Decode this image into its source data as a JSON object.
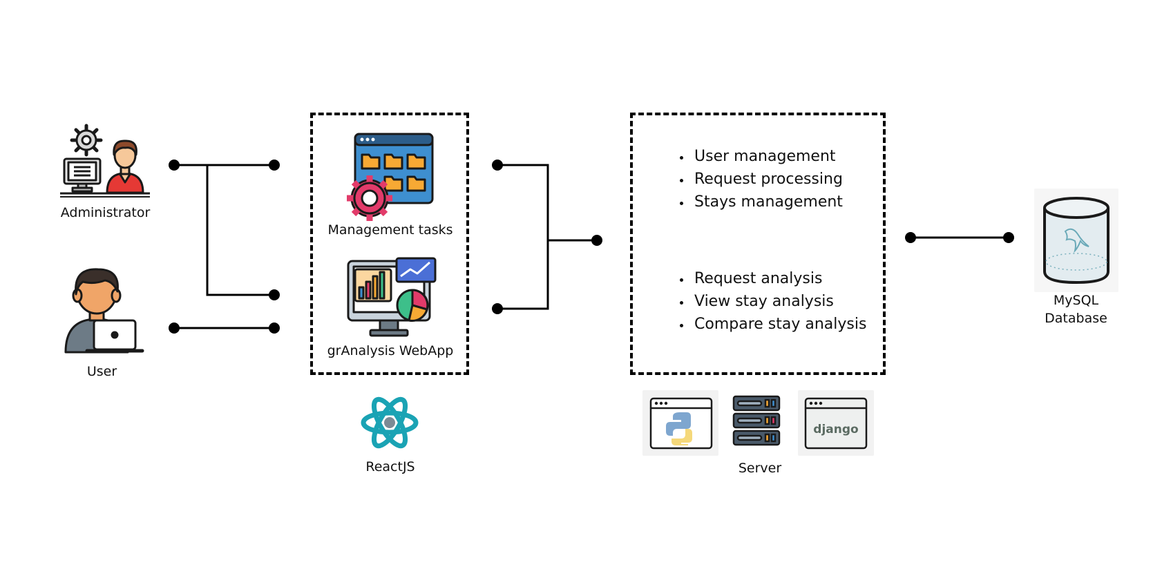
{
  "actors": {
    "administrator": {
      "label": "Administrator"
    },
    "user": {
      "label": "User"
    }
  },
  "frontend": {
    "management_label": "Management tasks",
    "webapp_label": "grAnalysis WebApp",
    "tech_label": "ReactJS"
  },
  "backend": {
    "group1": [
      "User management",
      "Request processing",
      "Stays management"
    ],
    "group2": [
      "Request analysis",
      "View stay analysis",
      "Compare stay analysis"
    ],
    "server_label": "Server",
    "django_logo_text": "django"
  },
  "database": {
    "label_line1": "MySQL",
    "label_line2": "Database"
  },
  "colors": {
    "stroke": "#000000",
    "folder_blue": "#3e8fd0",
    "folder_orange": "#f7a934",
    "gear_pink": "#e23b6a",
    "react_teal": "#1aa3b4",
    "admin_shirt": "#e53935",
    "user_shirt": "#6d7b86",
    "skin": "#f6c89a"
  }
}
